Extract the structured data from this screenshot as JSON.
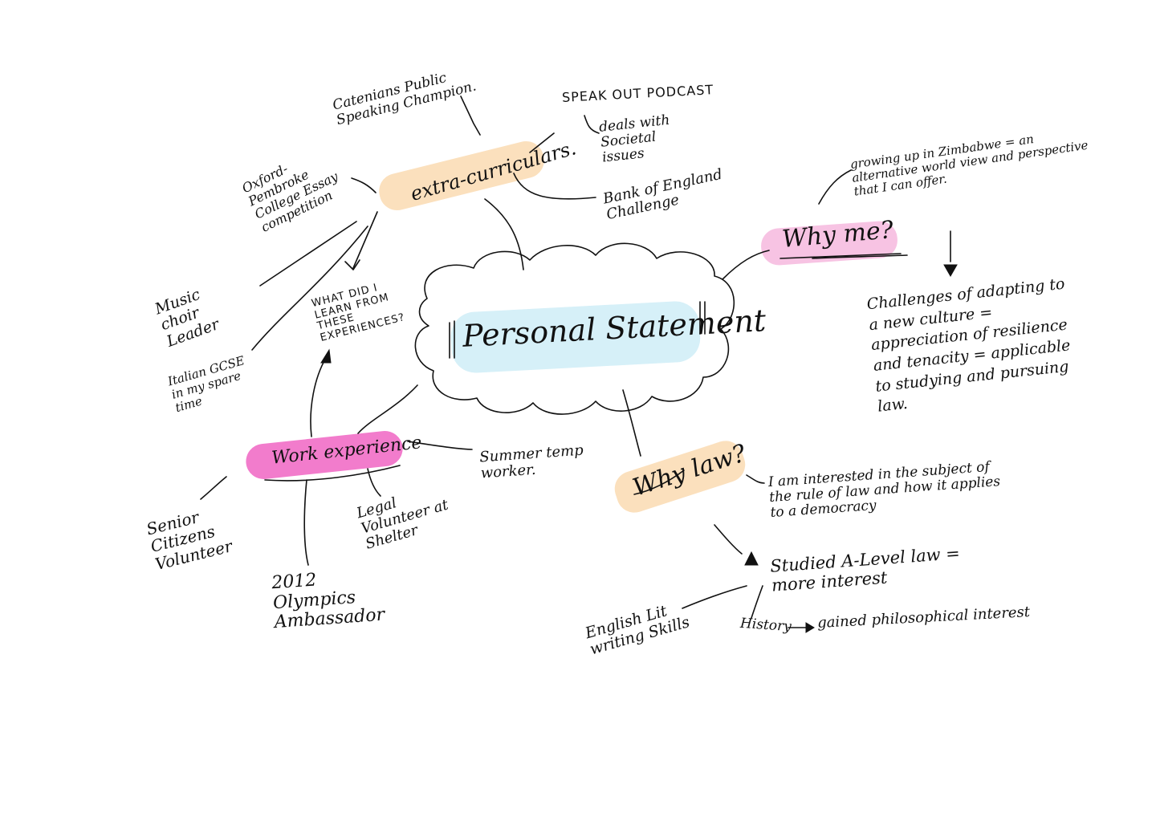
{
  "colors": {
    "ink": "#111111",
    "highlight_blue": "#d6f0f8",
    "highlight_orange": "#fbe0bd",
    "highlight_pink": "#f7c3e3",
    "highlight_magenta": "#f27ccc"
  },
  "center": {
    "label": "Personal Statement"
  },
  "branches": {
    "extracurriculars": {
      "label": "extra-curriculars.",
      "items": {
        "catenians": "Catenians Public Speaking Champion.",
        "podcast": "SPEAK OUT PODCAST",
        "podcast_note": "deals with Societal issues",
        "boe": "Bank of England Challenge",
        "oxford": "Oxford-Pembroke College Essay competition",
        "music": "Music choir Leader",
        "italian": "Italian GCSE in my spare time"
      }
    },
    "reflection": {
      "label": "WHAT DID I LEARN FROM THESE EXPERIENCES?"
    },
    "work": {
      "label": "Work experience",
      "items": {
        "summer": "Summer temp worker.",
        "senior": "Senior Citizens Volunteer",
        "olympics": "2012 Olympics Ambassador",
        "legal": "Legal Volunteer at Shelter"
      }
    },
    "whyme": {
      "label": "Why me?",
      "items": {
        "growing": "growing up in Zimbabwe = an alternative world view and perspective that I can offer.",
        "challenges": "Challenges of adapting to a new culture = appreciation of resilience and tenacity = applicable to studying and pursuing law."
      }
    },
    "whylaw": {
      "label": "Why law?",
      "items": {
        "interest": "I am interested in the subject of the rule of law and how it applies to a democracy",
        "alevel": "Studied A-Level law = more interest",
        "english": "English Lit writing Skills",
        "history": "History",
        "philosophy": "gained philosophical interest"
      }
    }
  }
}
